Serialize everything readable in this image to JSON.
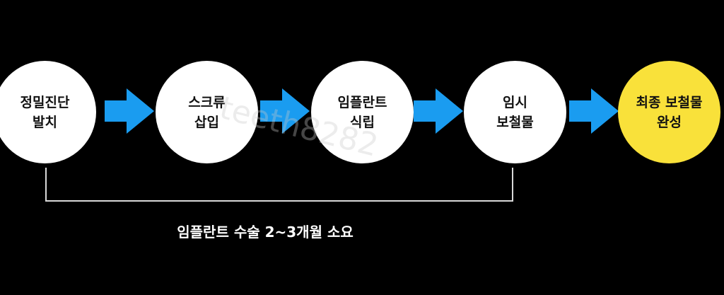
{
  "colors": {
    "background": "#000000",
    "circle": "#ffffff",
    "final_circle": "#f9e13a",
    "arrow": "#1a9cf0",
    "bracket": "#d9d9d9"
  },
  "steps": [
    {
      "line1": "정밀진단",
      "line2": "발치"
    },
    {
      "line1": "스크류",
      "line2": "삽입"
    },
    {
      "line1": "임플란트",
      "line2": "식립"
    },
    {
      "line1": "임시",
      "line2": "보철물"
    },
    {
      "line1": "최종 보철물",
      "line2": "완성"
    }
  ],
  "duration_caption": "임플란트 수술 2~3개월 소요",
  "watermark_text": "teeth8282"
}
